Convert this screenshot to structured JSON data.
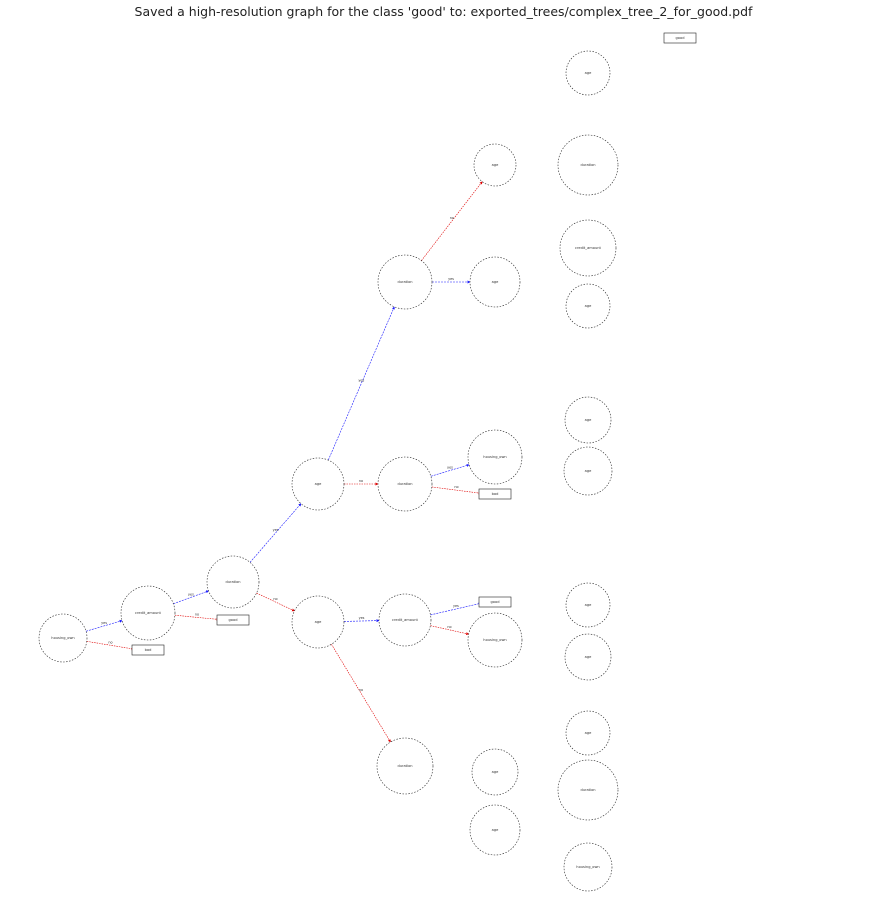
{
  "title": "Saved a high-resolution graph for the class 'good' to: exported_trees/complex_tree_2_for_good.pdf",
  "colors": {
    "true_edge": "#1a1aff",
    "false_edge": "#e00000",
    "node_stroke": "#222222"
  },
  "tree": {
    "nodes": [
      {
        "id": "n_root",
        "type": "decision",
        "label": "housing_own"
      },
      {
        "id": "n_l1",
        "type": "decision",
        "label": "credit_amount"
      },
      {
        "id": "l_l1",
        "type": "leaf",
        "label": "bad"
      },
      {
        "id": "n_l2",
        "type": "decision",
        "label": "duration"
      },
      {
        "id": "l_l2",
        "type": "leaf",
        "label": "good"
      },
      {
        "id": "n_l3a",
        "type": "decision",
        "label": "age"
      },
      {
        "id": "n_l3b",
        "type": "decision",
        "label": "age"
      },
      {
        "id": "n_l4a",
        "type": "decision",
        "label": "duration"
      },
      {
        "id": "n_l4b",
        "type": "decision",
        "label": "duration"
      },
      {
        "id": "l_l4b",
        "type": "leaf",
        "label": "bad"
      },
      {
        "id": "n_l4c",
        "type": "decision",
        "label": "credit_amount"
      },
      {
        "id": "l_l4c",
        "type": "leaf",
        "label": "good"
      },
      {
        "id": "n_l4d",
        "type": "decision",
        "label": "duration"
      },
      {
        "id": "n_a1",
        "type": "decision",
        "label": "age"
      },
      {
        "id": "n_a2",
        "type": "decision",
        "label": "age"
      },
      {
        "id": "n_b1",
        "type": "decision",
        "label": "housing_own"
      },
      {
        "id": "n_c1",
        "type": "decision",
        "label": "housing_own"
      },
      {
        "id": "n_d1",
        "type": "decision",
        "label": "age"
      },
      {
        "id": "n_d2",
        "type": "decision",
        "label": "age"
      },
      {
        "id": "n_a1a",
        "type": "decision",
        "label": "age"
      },
      {
        "id": "l_a1a",
        "type": "leaf",
        "label": "good"
      },
      {
        "id": "n_a1b",
        "type": "decision",
        "label": "duration"
      },
      {
        "id": "n_a2a",
        "type": "decision",
        "label": "credit_amount"
      },
      {
        "id": "n_a2b",
        "type": "decision",
        "label": "age"
      },
      {
        "id": "n_b1a",
        "type": "decision",
        "label": "age"
      },
      {
        "id": "n_b1b",
        "type": "decision",
        "label": "age"
      },
      {
        "id": "n_c1a",
        "type": "decision",
        "label": "age"
      },
      {
        "id": "n_c1b",
        "type": "decision",
        "label": "age"
      },
      {
        "id": "n_d1a",
        "type": "decision",
        "label": "age"
      },
      {
        "id": "n_d1b",
        "type": "decision",
        "label": "duration"
      },
      {
        "id": "n_d2a",
        "type": "decision",
        "label": "housing_own"
      }
    ],
    "edges": [
      {
        "from": "n_root",
        "to": "n_l1",
        "branch": "true",
        "label": "yes"
      },
      {
        "from": "n_root",
        "to": "l_l1",
        "branch": "false",
        "label": "no"
      },
      {
        "from": "n_l1",
        "to": "n_l2",
        "branch": "true",
        "label": "yes"
      },
      {
        "from": "n_l1",
        "to": "l_l2",
        "branch": "false",
        "label": "no"
      },
      {
        "from": "n_l2",
        "to": "n_l3a",
        "branch": "true",
        "label": "yes"
      },
      {
        "from": "n_l2",
        "to": "n_l3b",
        "branch": "false",
        "label": "no"
      },
      {
        "from": "n_l3a",
        "to": "n_l4a",
        "branch": "true",
        "label": "yes"
      },
      {
        "from": "n_l3a",
        "to": "n_l4b",
        "branch": "false",
        "label": "no"
      },
      {
        "from": "n_l3b",
        "to": "n_l4c",
        "branch": "true",
        "label": "yes"
      },
      {
        "from": "n_l3b",
        "to": "n_l4d",
        "branch": "false",
        "label": "no"
      },
      {
        "from": "n_l4a",
        "to": "n_a1",
        "branch": "false",
        "label": "no"
      },
      {
        "from": "n_l4a",
        "to": "n_a2",
        "branch": "true",
        "label": "yes"
      },
      {
        "from": "n_l4b",
        "to": "n_b1",
        "branch": "true",
        "label": "yes"
      },
      {
        "from": "n_l4b",
        "to": "l_l4b",
        "branch": "false",
        "label": "no"
      },
      {
        "from": "n_l4c",
        "to": "l_l4c",
        "branch": "true",
        "label": "yes"
      },
      {
        "from": "n_l4c",
        "to": "n_c1",
        "branch": "false",
        "label": "no"
      }
    ]
  }
}
